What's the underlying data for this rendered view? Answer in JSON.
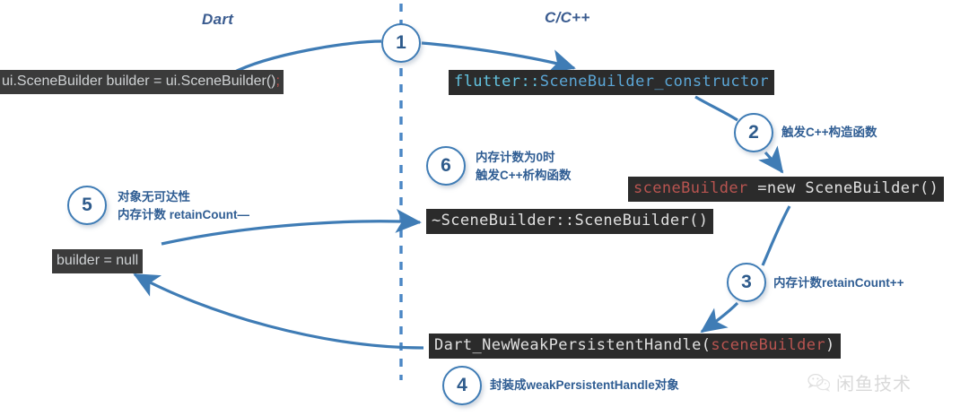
{
  "diagram": {
    "title": "Dart / C++ SceneBuilder lifecycle",
    "divider": "vertical-dashed-line",
    "accent_color": "#3f7cb5",
    "text_color": "#2f5d93",
    "code_bg": "#2b2b2b"
  },
  "columns": {
    "left_label": "Dart",
    "right_label": "C/C++"
  },
  "code_blocks": {
    "dart_ctor": {
      "full": "ui.SceneBuilder builder = ui.SceneBuilder();",
      "main": "ui.SceneBuilder builder = ui.SceneBuilder()",
      "semicolon": ";"
    },
    "flutter_ctor": {
      "full": "flutter::SceneBuilder_constructor",
      "ns": "flutter::",
      "fn": "SceneBuilder_constructor"
    },
    "new_scenebuilder": {
      "full": "sceneBuilder =new SceneBuilder()",
      "var": "sceneBuilder",
      "rest": " =new SceneBuilder()"
    },
    "destructor": {
      "full": "~SceneBuilder::SceneBuilder()"
    },
    "builder_null": {
      "full": "builder = null"
    },
    "weak_handle": {
      "full": "Dart_NewWeakPersistentHandle(sceneBuilder)",
      "fn": "Dart_NewWeakPersistentHandle(",
      "arg": "sceneBuilder",
      "close": ")"
    }
  },
  "steps": [
    {
      "number": "1",
      "note_lines": []
    },
    {
      "number": "2",
      "note_lines": [
        "触发C++构造函数"
      ]
    },
    {
      "number": "3",
      "note_lines": [
        "内存计数retainCount++"
      ]
    },
    {
      "number": "4",
      "note_lines": [
        "封装成weakPersistentHandle对象"
      ]
    },
    {
      "number": "5",
      "note_lines": [
        "对象无可达性",
        "内存计数 retainCount—"
      ]
    },
    {
      "number": "6",
      "note_lines": [
        "内存计数为0时",
        "触发C++析构函数"
      ]
    }
  ],
  "watermark": {
    "icon": "wechat-icon",
    "text": "闲鱼技术"
  }
}
